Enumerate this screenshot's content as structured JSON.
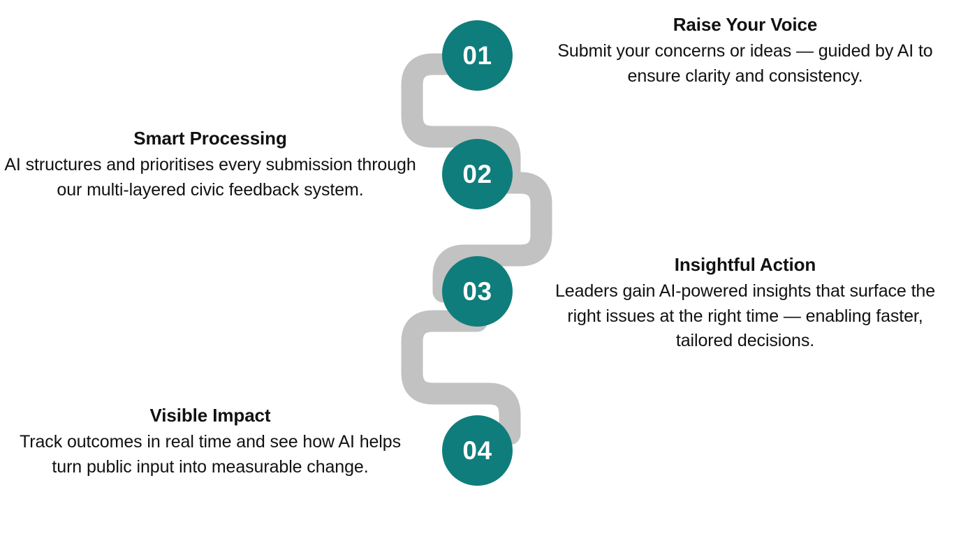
{
  "theme": {
    "accent_color": "#0F7D7B",
    "path_color": "#C2C2C2",
    "text_color": "#111111",
    "background_color": "#FFFFFF",
    "node_number_color": "#FFFFFF"
  },
  "timeline": {
    "steps": [
      {
        "number": "01",
        "title": "Raise Your Voice",
        "body": "Submit your concerns or ideas — guided by AI to ensure clarity and consistency.",
        "side": "right"
      },
      {
        "number": "02",
        "title": "Smart Processing",
        "body": "AI structures and prioritises every submission through our multi-layered civic feedback system.",
        "side": "left"
      },
      {
        "number": "03",
        "title": "Insightful Action",
        "body": "Leaders gain AI-powered insights that surface the right issues at the right time — enabling faster, tailored decisions.",
        "side": "right"
      },
      {
        "number": "04",
        "title": "Visible Impact",
        "body": "Track outcomes in real time and see how AI helps turn public input into measurable change.",
        "side": "left"
      }
    ]
  }
}
